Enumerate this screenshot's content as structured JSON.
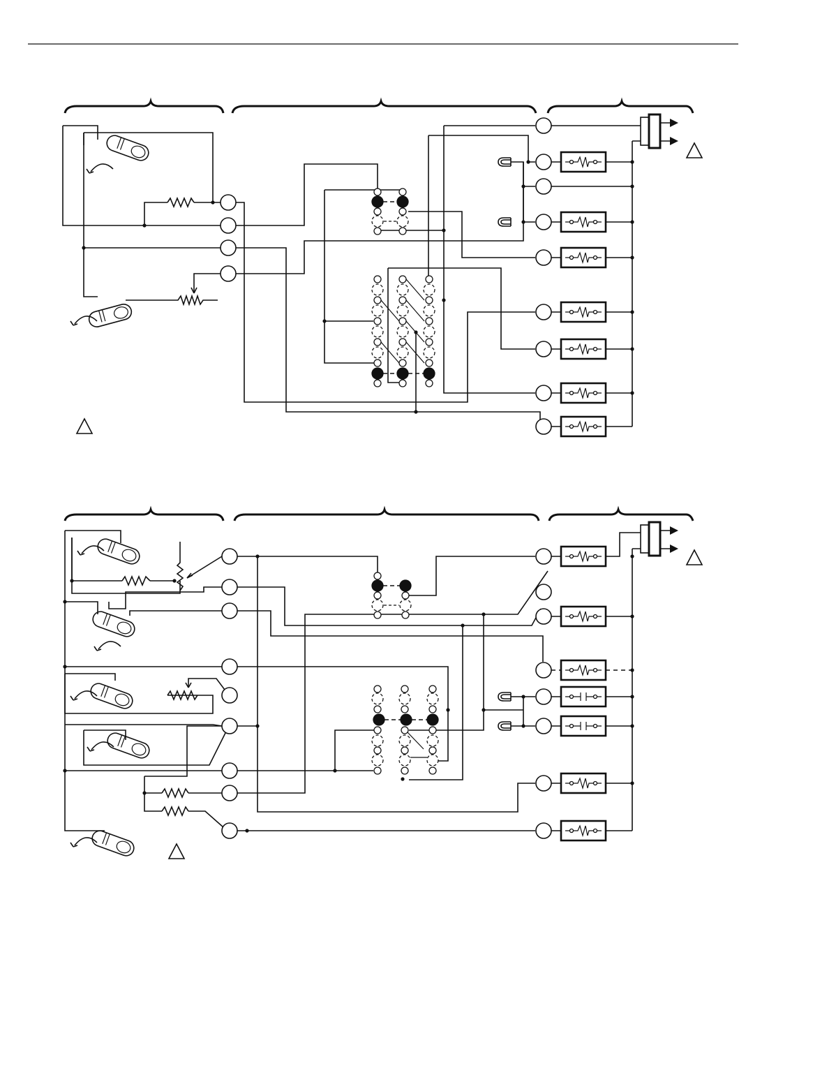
{
  "page": {
    "description_free": true
  },
  "colors": {
    "ink": "#111111",
    "paper": "#ffffff"
  },
  "icons": {
    "terminal": "open-circle",
    "load": "relay-coil-box",
    "contact": "normally-open-contact-box",
    "mercury_switch": "tilt-switch-capsule",
    "rotation": "curved-arrow",
    "note": "warning-triangle",
    "transformer": "power-transformer-arrows"
  }
}
